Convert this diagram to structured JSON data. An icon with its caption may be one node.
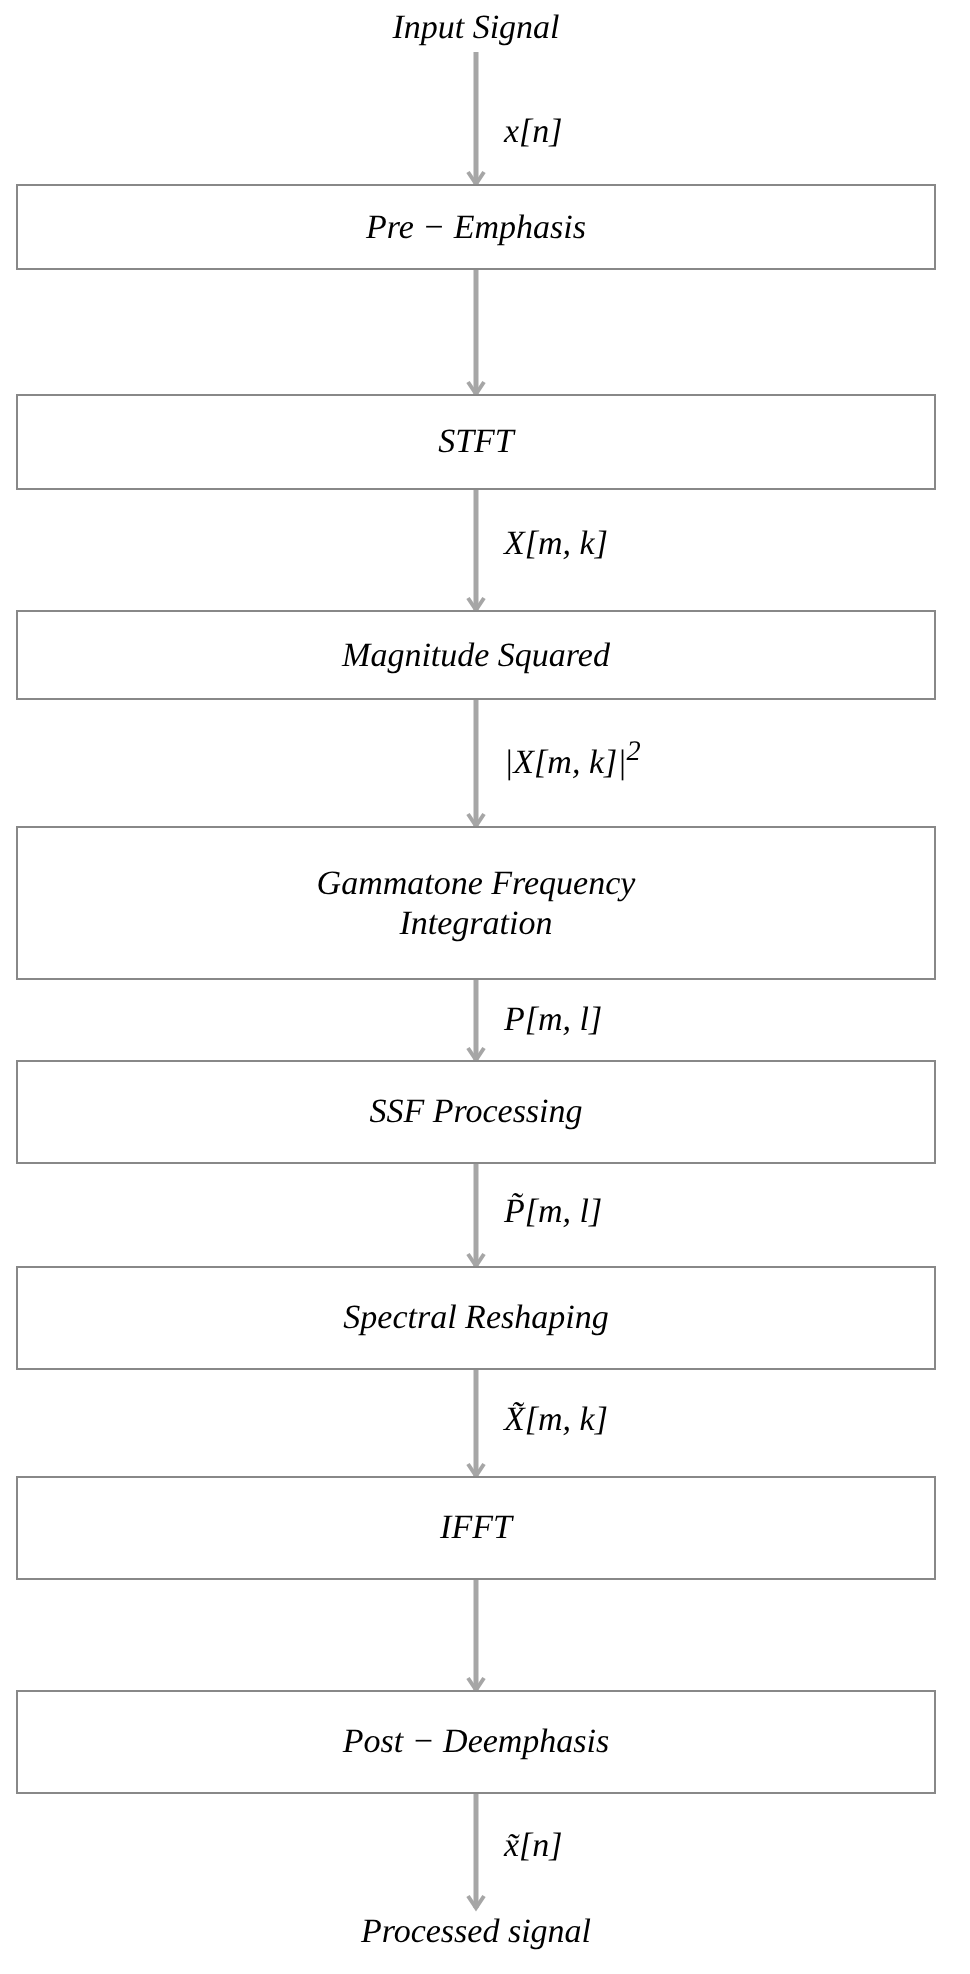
{
  "diagram": {
    "nodes": [
      {
        "text": [
          "Input Signal"
        ]
      },
      {
        "text": [
          "Pre − Emphasis"
        ]
      },
      {
        "text": [
          "STFT"
        ]
      },
      {
        "text": [
          "Magnitude Squared"
        ]
      },
      {
        "text": [
          "Gammatone Frequency Integration"
        ]
      },
      {
        "text": [
          "SSF Processing"
        ]
      },
      {
        "text": [
          "Spectral Reshaping"
        ]
      },
      {
        "text": [
          "IFFT"
        ]
      },
      {
        "text": [
          "Post − Deemphasis"
        ]
      },
      {
        "text": [
          "Processed signal"
        ]
      }
    ],
    "edges": [
      {
        "from": 0,
        "to": 1,
        "arrow": "to",
        "label": "x[n]"
      },
      {
        "from": 1,
        "to": 2,
        "arrow": "to"
      },
      {
        "from": 2,
        "to": 3,
        "arrow": "to",
        "label": "X[m, k]"
      },
      {
        "from": 3,
        "to": 4,
        "arrow": "to",
        "label": "|X[m, k]|$^{2}$"
      },
      {
        "from": 4,
        "to": 5,
        "arrow": "to",
        "label": "P[m, l]"
      },
      {
        "from": 5,
        "to": 6,
        "arrow": "to",
        "label": "P̃[m, l]"
      },
      {
        "from": 6,
        "to": 7,
        "arrow": "to",
        "label": "X̃[m, k]"
      },
      {
        "from": 7,
        "to": 8,
        "arrow": "to"
      },
      {
        "from": 8,
        "to": 9,
        "arrow": "to",
        "label": "x̃[n]"
      }
    ]
  }
}
